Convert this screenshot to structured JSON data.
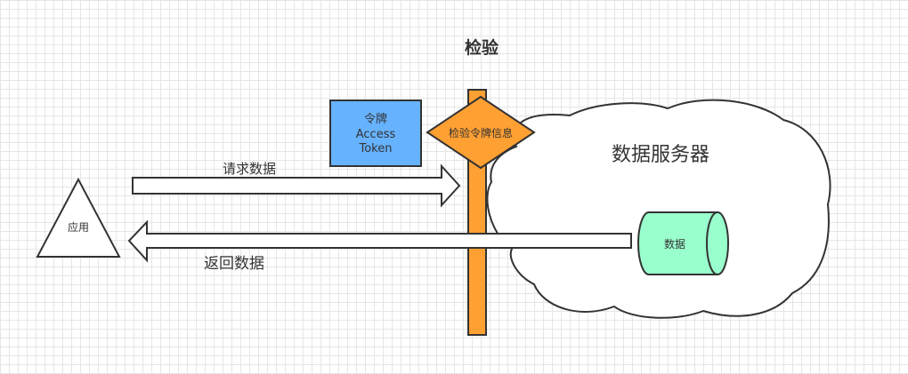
{
  "title": "检验",
  "token": {
    "line1": "令牌",
    "line2": "Access",
    "line3": "Token",
    "color": "#66b2ff"
  },
  "check": {
    "label": "检验令牌信息",
    "color": "#ffa033"
  },
  "request": {
    "label": "请求数据"
  },
  "response": {
    "label": "返回数据"
  },
  "app": {
    "label": "应用"
  },
  "server": {
    "label": "数据服务器"
  },
  "database": {
    "label": "数据",
    "color": "#99ffcc"
  },
  "colors": {
    "pole": "#ffa033",
    "stroke": "#333333",
    "cloud_fill": "#ffffff"
  }
}
